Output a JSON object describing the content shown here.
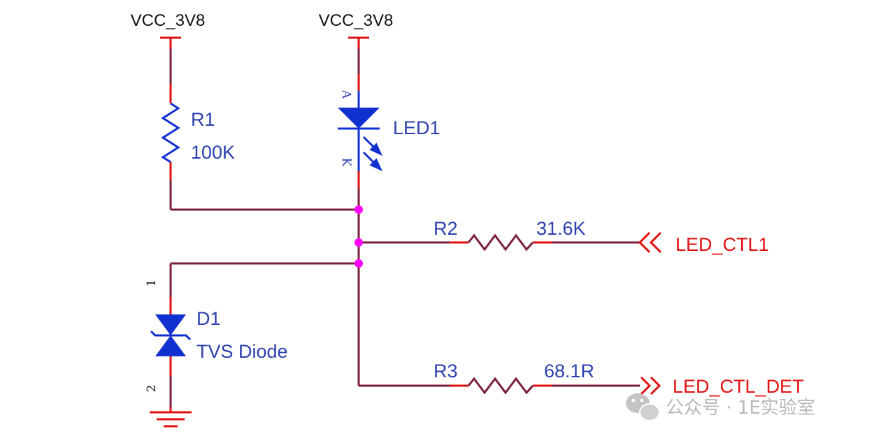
{
  "colors": {
    "wire": "#7a1f3d",
    "pin": "#e01010",
    "component": "#1030d0",
    "label_blue": "#2a3fb0",
    "label_red": "#e01010",
    "junction": "#ff00ff",
    "watermark": "#b8b8b8"
  },
  "power": {
    "left": "VCC_3V8",
    "right": "VCC_3V8"
  },
  "r1": {
    "designator": "R1",
    "value": "100K"
  },
  "led1": {
    "designator": "LED1",
    "pin_anode": "A",
    "pin_cathode": "K"
  },
  "r2": {
    "designator": "R2",
    "value": "31.6K"
  },
  "r3": {
    "designator": "R3",
    "value": "68.1R"
  },
  "d1": {
    "designator": "D1",
    "value": "TVS Diode",
    "pin1": "1",
    "pin2": "2"
  },
  "nets": {
    "ctl1": "LED_CTL1",
    "ctl_det": "LED_CTL_DET"
  },
  "watermark": {
    "text": "公众号 · 1E实验室",
    "icon": "wechat-icon"
  }
}
